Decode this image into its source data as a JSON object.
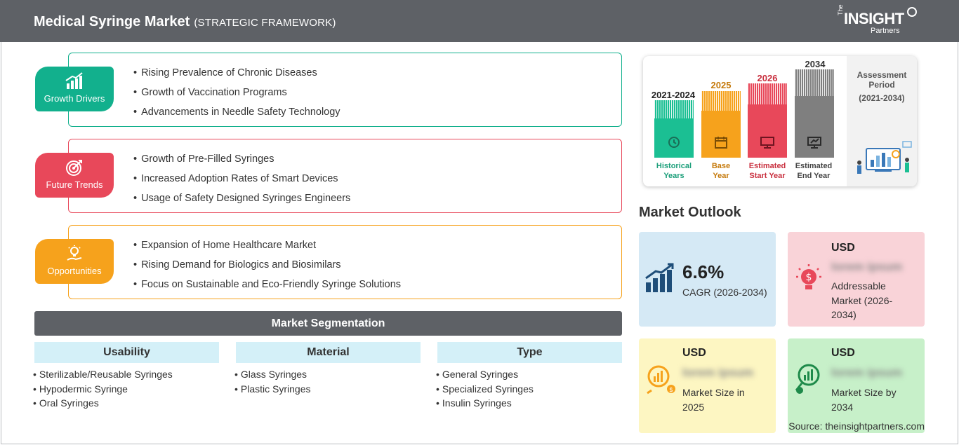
{
  "header": {
    "title": "Medical Syringe Market",
    "subtitle": "(STRATEGIC FRAMEWORK)",
    "logo_the": "The",
    "logo_main": "INSIGHT",
    "logo_partners": "Partners"
  },
  "drivers": {
    "badge": "Growth Drivers",
    "items": [
      "Rising Prevalence of Chronic Diseases",
      "Growth of Vaccination Programs",
      "Advancements in Needle Safety Technology"
    ],
    "color": "#12b08d"
  },
  "trends": {
    "badge": "Future Trends",
    "items": [
      "Growth of Pre-Filled Syringes",
      "Increased Adoption Rates of Smart Devices",
      "Usage of Safety Designed Syringes Engineers"
    ],
    "color": "#e8485a"
  },
  "opportunities": {
    "badge": "Opportunities",
    "items": [
      "Expansion of Home Healthcare Market",
      "Rising Demand for Biologics and Biosimilars",
      "Focus on Sustainable and Eco-Friendly Syringe Solutions"
    ],
    "color": "#f6a21c"
  },
  "segmentation": {
    "title": "Market Segmentation",
    "columns": [
      {
        "heading": "Usability",
        "items": [
          "Sterilizable/Reusable Syringes",
          "Hypodermic Syringe",
          "Oral Syringes"
        ]
      },
      {
        "heading": "Material",
        "items": [
          "Glass Syringes",
          "Plastic Syringes"
        ]
      },
      {
        "heading": "Type",
        "items": [
          "General Syringes",
          "Specialized Syringes",
          "Insulin Syringes"
        ]
      }
    ]
  },
  "timeline": {
    "periods": [
      {
        "year": "2021-2024",
        "label_1": "Historical",
        "label_2": "Years",
        "color": "#1bbf93",
        "text_color": "#1a9e79"
      },
      {
        "year": "2025",
        "label_1": "Base",
        "label_2": "Year",
        "color": "#f6a21c",
        "text_color": "#c57a0c"
      },
      {
        "year": "2026",
        "label_1": "Estimated",
        "label_2": "Start Year",
        "color": "#e8485a",
        "text_color": "#c9303f"
      },
      {
        "year": "2034",
        "label_1": "Estimated",
        "label_2": "End Year",
        "color": "#7f7f7f",
        "text_color": "#444444"
      }
    ],
    "assessment_title_1": "Assessment",
    "assessment_title_2": "Period",
    "assessment_period": "(2021-2034)"
  },
  "outlook": {
    "title": "Market Outlook",
    "cagr": {
      "value": "6.6%",
      "label": "CAGR (2026-2034)",
      "bg": "#d5e9f5"
    },
    "addressable": {
      "currency": "USD",
      "placeholder": "lorem ipsum",
      "label": "Addressable Market (2026-2034)",
      "bg": "#f9d3d8"
    },
    "size_2025": {
      "currency": "USD",
      "placeholder": "lorem ipsum",
      "label": "Market Size in 2025",
      "bg": "#fdf6c2"
    },
    "size_2034": {
      "currency": "USD",
      "placeholder": "lorem ipsum",
      "label": "Market Size by 2034",
      "bg": "#c7f0c9"
    }
  },
  "source": "Source: theinsightpartners.com"
}
